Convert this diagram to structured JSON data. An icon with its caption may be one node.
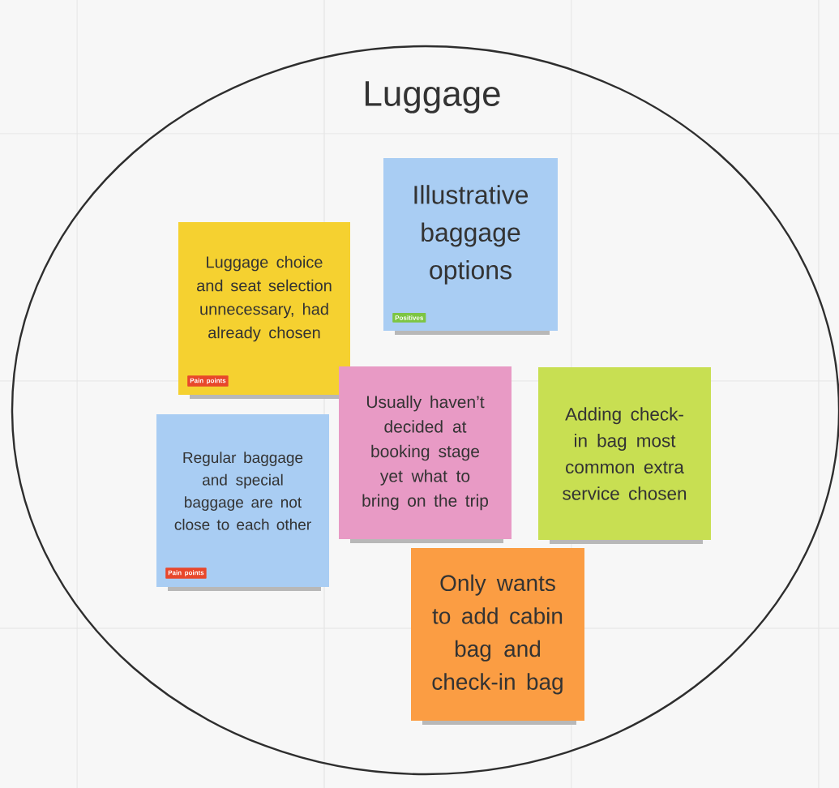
{
  "diagram": {
    "nodes": [
      {
        "text": [
          "Luggage"
        ]
      },
      {
        "text": [
          "Illustrative baggage options",
          "Positives"
        ],
        "in": 0
      },
      {
        "text": [
          "Luggage choice and seat selection unnecessary, had already chosen",
          "Pain points"
        ],
        "in": 0
      },
      {
        "text": [
          "Usually haven’t decided at booking stage yet what to bring on the trip"
        ],
        "in": 0
      },
      {
        "text": [
          "Adding check-in bag most common extra service chosen"
        ],
        "in": 0
      },
      {
        "text": [
          "Regular baggage and special baggage are not close to each other",
          "Pain points"
        ],
        "in": 0
      },
      {
        "text": [
          "Only wants to add cabin bag and check-in bag"
        ],
        "in": 0
      }
    ]
  }
}
